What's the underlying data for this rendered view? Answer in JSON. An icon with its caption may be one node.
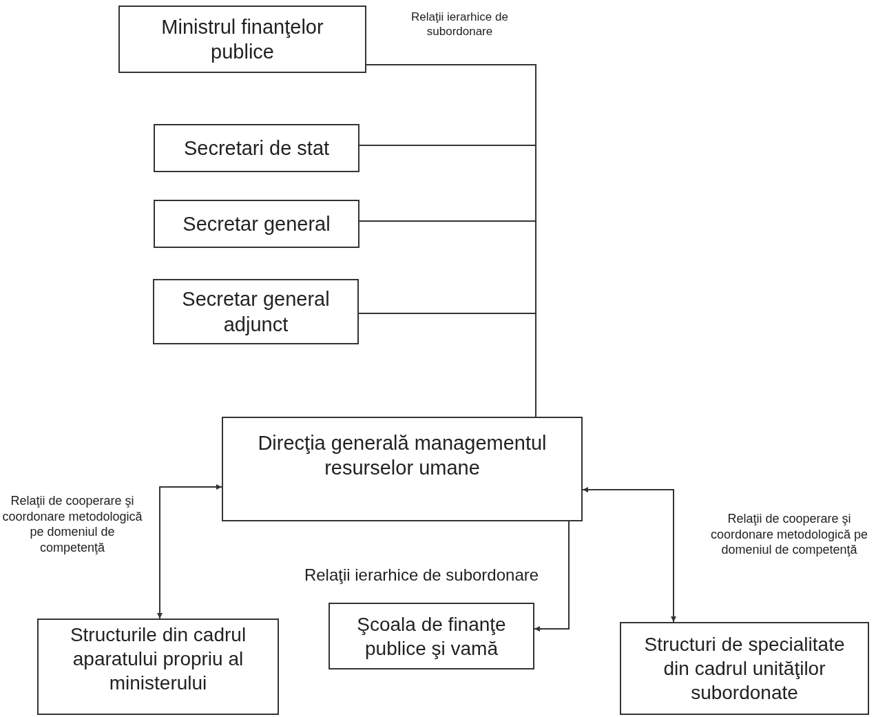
{
  "diagram": {
    "nodes": [
      {
        "text": [
          "Ministrul finanţelor publice"
        ]
      },
      {
        "text": [
          "Secretari de stat"
        ]
      },
      {
        "text": [
          "Secretar general"
        ]
      },
      {
        "text": [
          "Secretar general adjunct"
        ]
      },
      {
        "text": [
          "Direcţia generală managementul resurselor umane"
        ]
      },
      {
        "text": [
          "Structurile din cadrul aparatului propriu al ministerului"
        ]
      },
      {
        "text": [
          "Şcoala de finanţe publice şi vamă"
        ]
      },
      {
        "text": [
          "Structuri de specialitate din cadrul unităţilor subordonate"
        ]
      }
    ],
    "edges": [
      {
        "from": 0,
        "to": 4,
        "arrow": "none",
        "label": "Relaţii ierarhice de subordonare"
      },
      {
        "from": 1,
        "to": 4,
        "arrow": "none"
      },
      {
        "from": 2,
        "to": 4,
        "arrow": "none"
      },
      {
        "from": 3,
        "to": 4,
        "arrow": "none"
      },
      {
        "from": 4,
        "to": 6,
        "arrow": "to",
        "label": "Relaţii ierarhice de subordonare"
      },
      {
        "from": 4,
        "to": 5,
        "arrow": "both",
        "label": "Relaţii de cooperare şi coordonare metodologică pe domeniul de competenţă"
      },
      {
        "from": 4,
        "to": 7,
        "arrow": "both",
        "label": "Relaţii de cooperare şi coordonare metodologică pe domeniul de competenţă"
      }
    ]
  }
}
